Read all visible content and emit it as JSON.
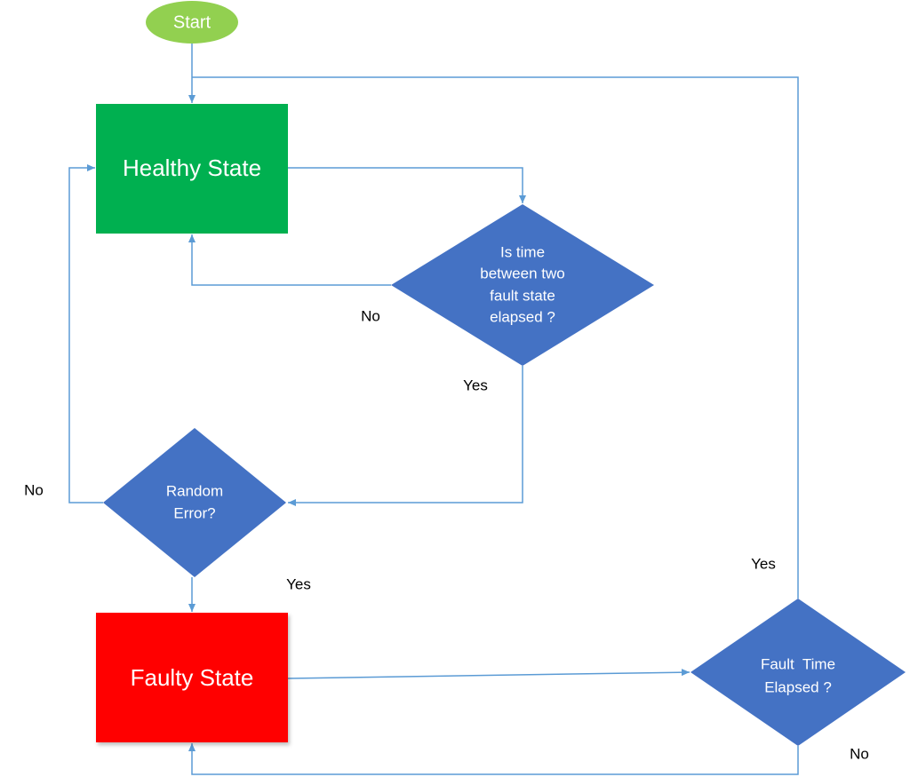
{
  "colors": {
    "start": "#92d050",
    "healthy": "#00b050",
    "faulty": "#ff0000",
    "decision": "#4472c4",
    "connector": "#5b9bd5",
    "node_text": "#ffffff",
    "label_text": "#000000"
  },
  "nodes": {
    "start": {
      "label": "Start"
    },
    "healthy": {
      "label": "Healthy State"
    },
    "faulty": {
      "label": "Faulty State"
    },
    "time_check": {
      "lines": [
        "Is time",
        "between two",
        "fault state",
        "elapsed ?"
      ]
    },
    "random_error": {
      "lines": [
        "Random",
        "Error?"
      ]
    },
    "fault_time": {
      "lines": [
        "Fault  Time",
        "Elapsed ?"
      ]
    }
  },
  "edge_labels": {
    "time_check_no": "No",
    "time_check_yes": "Yes",
    "random_error_no": "No",
    "random_error_yes": "Yes",
    "fault_time_yes": "Yes",
    "fault_time_no": "No"
  }
}
